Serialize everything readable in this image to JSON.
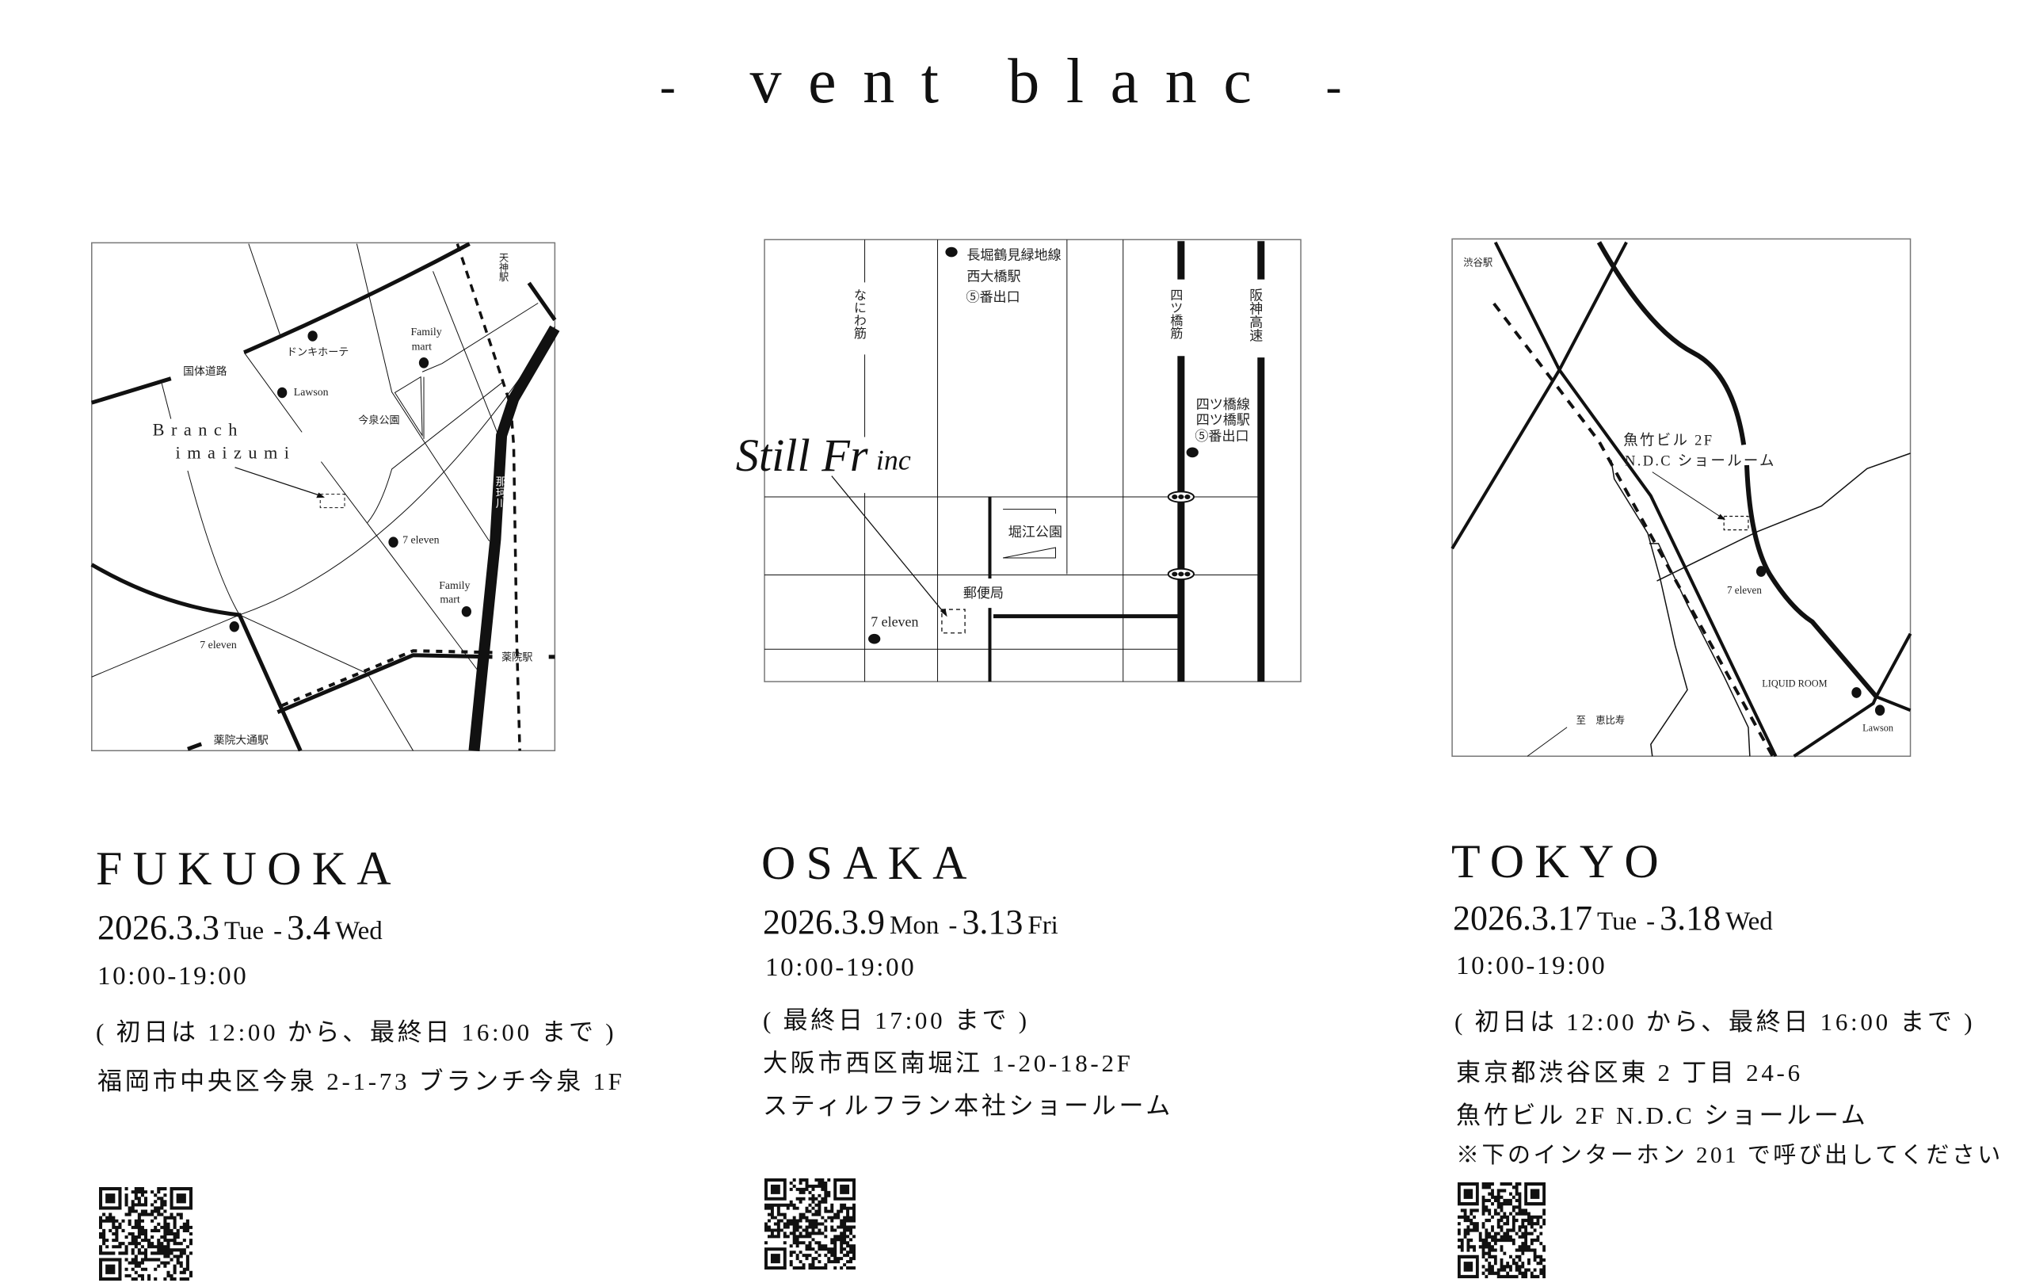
{
  "title": {
    "dash_left": "-",
    "text": "vent blanc",
    "dash_right": "-"
  },
  "fukuoka": {
    "city": "FUKUOKA",
    "date": {
      "start": "2026.3.3",
      "start_day": "Tue",
      "sep": "-",
      "end": "3.4",
      "end_day": "Wed"
    },
    "hours": "10:00-19:00",
    "note": "( 初日は 12:00 から、最終日 16:00 まで )",
    "address": "福岡市中央区今泉 2-1-73  ブランチ今泉 1F",
    "map": {
      "road": "国体道路",
      "donki": "ドンキホーテ",
      "lawson": "Lawson",
      "family1_a": "Family",
      "family1_b": "mart",
      "park": "今泉公園",
      "branch_a": "Branch",
      "branch_b": "imaizumi",
      "seven1": "7 eleven",
      "family2_a": "Family",
      "family2_b": "mart",
      "seven2": "7 eleven",
      "yakuin": "薬院駅",
      "yakuin_odori": "薬院大通駅",
      "tenjin": "天神駅",
      "river": "那珂川"
    }
  },
  "osaka": {
    "city": "OSAKA",
    "date": {
      "start": "2026.3.9",
      "start_day": "Mon",
      "sep": "-",
      "end": "3.13",
      "end_day": "Fri"
    },
    "hours": "10:00-19:00",
    "note": "( 最終日 17:00 まで )",
    "address": "大阪市西区南堀江 1-20-18-2F",
    "address2": "スティルフラン本社ショールーム",
    "map": {
      "line1": "長堀鶴見緑地線",
      "station1": "西大橋駅",
      "exit1": "⑤番出口",
      "naniwa": "なにわ筋",
      "yotsuhashi_st": "四ツ橋筋",
      "hanshin": "阪神高速",
      "line2": "四ツ橋線",
      "station2": "四ツ橋駅",
      "exit2": "⑤番出口",
      "park": "堀江公園",
      "post": "郵便局",
      "seven": "7 eleven",
      "company_a": "Still Fr",
      "company_b": "inc"
    }
  },
  "tokyo": {
    "city": "TOKYO",
    "date": {
      "start": "2026.3.17",
      "start_day": "Tue",
      "sep": "-",
      "end": "3.18",
      "end_day": "Wed"
    },
    "hours": "10:00-19:00",
    "note": "( 初日は 12:00 から、最終日 16:00 まで )",
    "address": "東京都渋谷区東 2 丁目 24-6",
    "address2": "魚竹ビル 2F N.D.C ショールーム",
    "note2": "※下のインターホン 201 で呼び出してください",
    "map": {
      "shibuya": "渋谷駅",
      "bldg_a": "魚竹ビル 2F",
      "bldg_b": "N.D.C ショールーム",
      "seven": "7 eleven",
      "liquid": "LIQUID ROOM",
      "lawson": "Lawson",
      "ebisu": "至　恵比寿"
    }
  }
}
